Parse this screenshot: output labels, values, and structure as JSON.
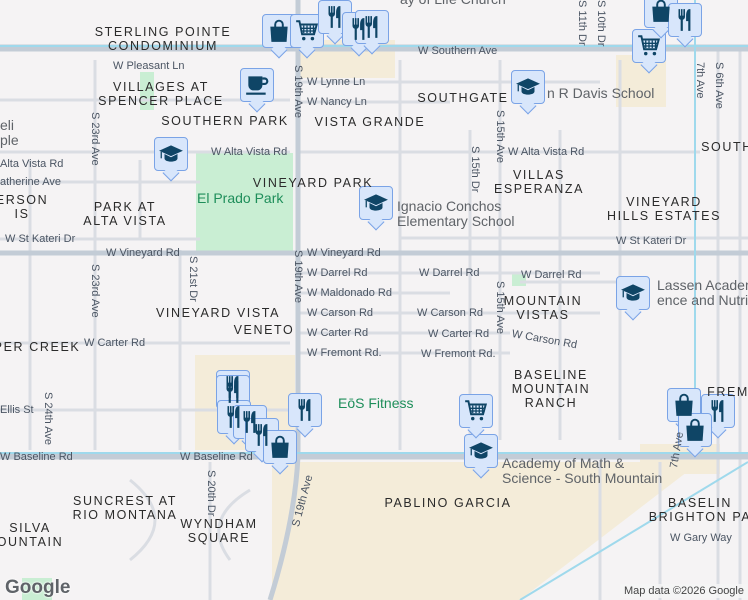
{
  "colors": {
    "background": "#f5f3f4",
    "road": "#dadde3",
    "arterial": "#b8c3ce",
    "highway": "#9fd9ec",
    "park": "#c9eed3",
    "commercial": "#f4ecd9",
    "marker_fill": "#d8e6fb",
    "marker_icon": "#0f4566"
  },
  "neighborhoods": [
    "STERLING POINTE\nCONDOMINIUM",
    "VILLAGES AT\nSPENCER PLACE",
    "SOUTHERN PARK",
    "VISTA GRANDE",
    "SOUTHGATE",
    "VINEYARD PARK",
    "PARK AT\nALTA VISTA",
    "VILLAS\nESPERANZA",
    "VINEYARD\nHILLS ESTATES",
    "MOUNTAIN\nVISTAS",
    "VINEYARD VISTA",
    "VENETO",
    "PER CREEK",
    "BASELINE\nMOUNTAIN\nRANCH",
    "SOUTH",
    "PABLINO GARCIA",
    "SUNCREST AT\nRIO MONTANA",
    "WYNDHAM\nSQUARE",
    "SILVA\nOUNTAIN",
    "BASELIN\nBRIGHTON PA",
    "ERSON\nIS",
    "FREM"
  ],
  "streets": [
    "W Southern Ave",
    "W Pleasant Ln",
    "W Lynne Ln",
    "W Nancy Ln",
    "W Alta Vista Rd",
    "W Alta Vista Rd",
    "Alta Vista Rd",
    "atherine Ave",
    "W St Kateri Dr",
    "W St Kateri Dr",
    "W Vineyard Rd",
    "W Vineyard Rd",
    "W Darrel Rd",
    "W Darrel Rd",
    "W Darrel Rd",
    "W Maldonado Rd",
    "W Carson Rd",
    "W Carson Rd",
    "W Carter Rd",
    "W Carter Rd",
    "W Carter Rd",
    "W Fremont Rd.",
    "W Fremont Rd.",
    "Ellis St",
    "W Baseline Rd",
    "W Baseline Rd",
    "W Gary Way",
    "W Carson Rd",
    "S 19th Ave",
    "S 19th Ave",
    "S 23rd Ave",
    "S 23rd Ave",
    "S 21st Dr",
    "S 24th Ave",
    "S 20th Dr",
    "S 15th Dr",
    "S 15th Ave",
    "S 15th Ave",
    "S 11th Dr",
    "S 10th Dr",
    "7th Ave",
    "S 6th Ave",
    "7th Ave",
    "S 19th Ave"
  ],
  "pois": [
    {
      "name": "El Prado Park",
      "kind": "park"
    },
    {
      "name": "EōS Fitness",
      "kind": "gym"
    },
    {
      "name": "Ignacio Conchos\nElementary School",
      "kind": "school"
    },
    {
      "name": "n R Davis School",
      "kind": "school"
    },
    {
      "name": "Lassen Academ\nence and Nutrit",
      "kind": "school"
    },
    {
      "name": "Academy of Math &\nScience - South Mountain",
      "kind": "school"
    },
    {
      "name": "ay of Life Church",
      "kind": "church"
    },
    {
      "name": "eli\nple",
      "kind": "temple"
    }
  ],
  "markers": [
    "shopping-bag",
    "shopping-cart",
    "restaurant",
    "restaurant",
    "restaurant",
    "coffee",
    "school",
    "school",
    "school",
    "school",
    "school",
    "shopping-cart",
    "shopping-cart",
    "shopping-bag",
    "restaurant",
    "restaurant",
    "restaurant",
    "restaurant",
    "restaurant",
    "restaurant",
    "restaurant",
    "shopping-bag",
    "shopping-bag",
    "restaurant",
    "shopping-bag"
  ],
  "attribution": "Map data ©2026 Google",
  "logo": "Google"
}
